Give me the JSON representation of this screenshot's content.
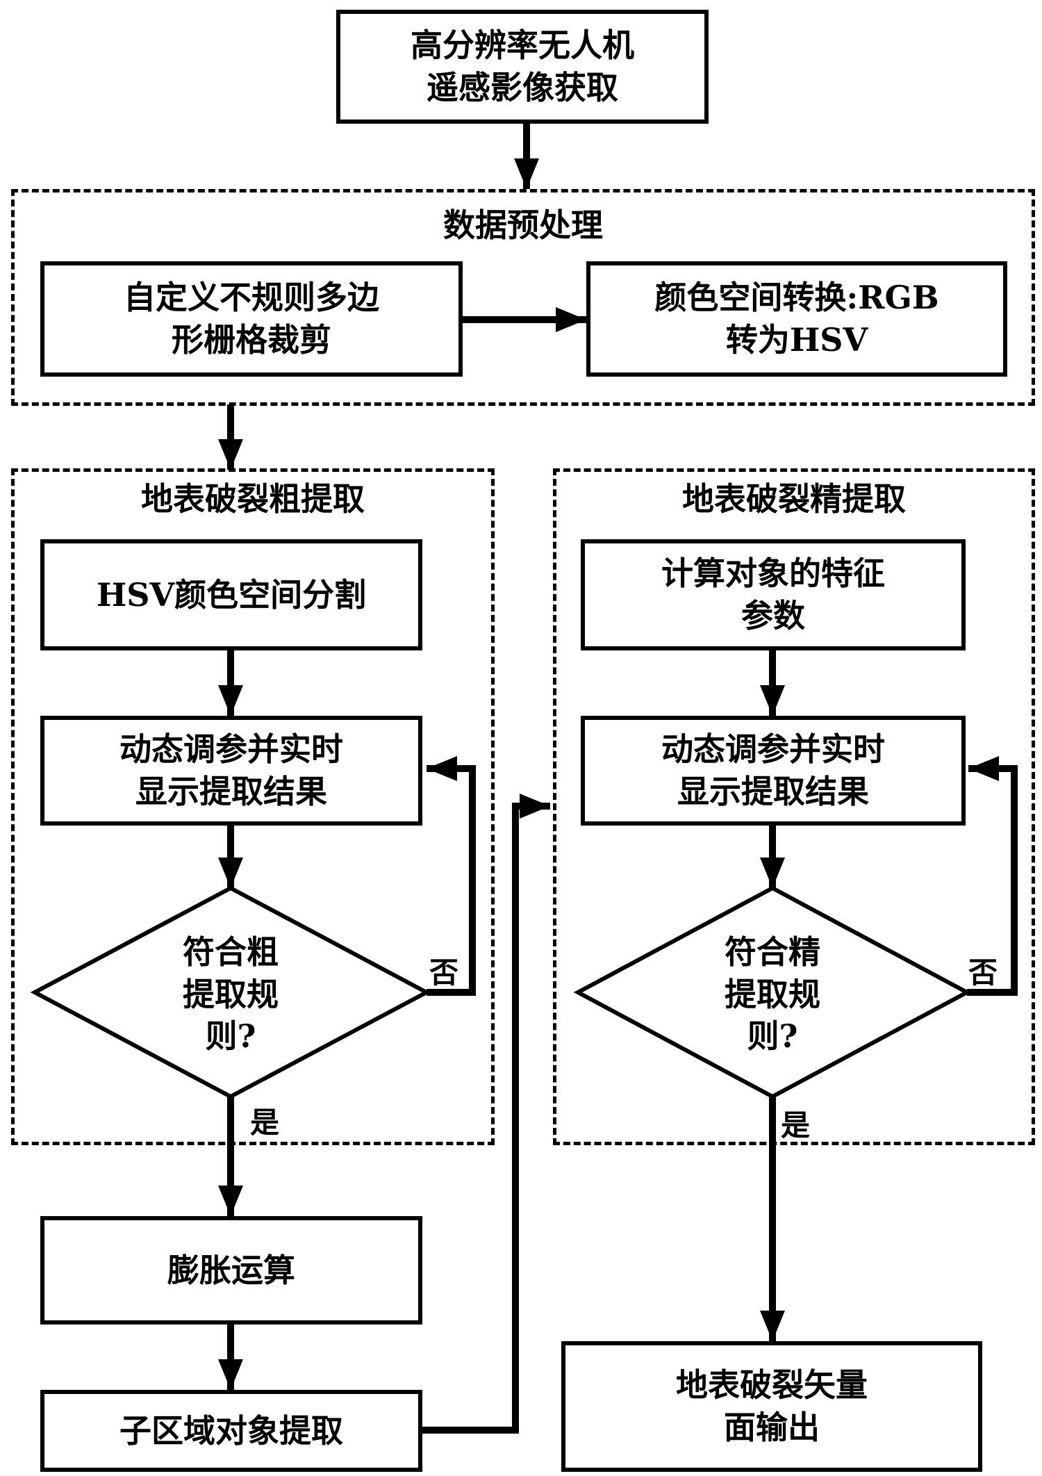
{
  "nodes": {
    "acquire": "高分辨率无人机\n遥感影像获取",
    "preprocess_title": "数据预处理",
    "clip": "自定义不规则多边\n形栅格裁剪",
    "color_convert": "颜色空间转换:RGB\n转为HSV",
    "coarse_title": "地表破裂粗提取",
    "hsv_segment": "HSV颜色空间分割",
    "coarse_adjust": "动态调参并实时\n显示提取结果",
    "coarse_decision": "符合粗\n提取规\n则?",
    "fine_title": "地表破裂精提取",
    "compute_features": "计算对象的特征\n参数",
    "fine_adjust": "动态调参并实时\n显示提取结果",
    "fine_decision": "符合精\n提取规\n则?",
    "dilation": "膨胀运算",
    "subregion": "子区域对象提取",
    "output": "地表破裂矢量\n面输出"
  },
  "labels": {
    "coarse_no": "否",
    "coarse_yes": "是",
    "fine_no": "否",
    "fine_yes": "是"
  }
}
